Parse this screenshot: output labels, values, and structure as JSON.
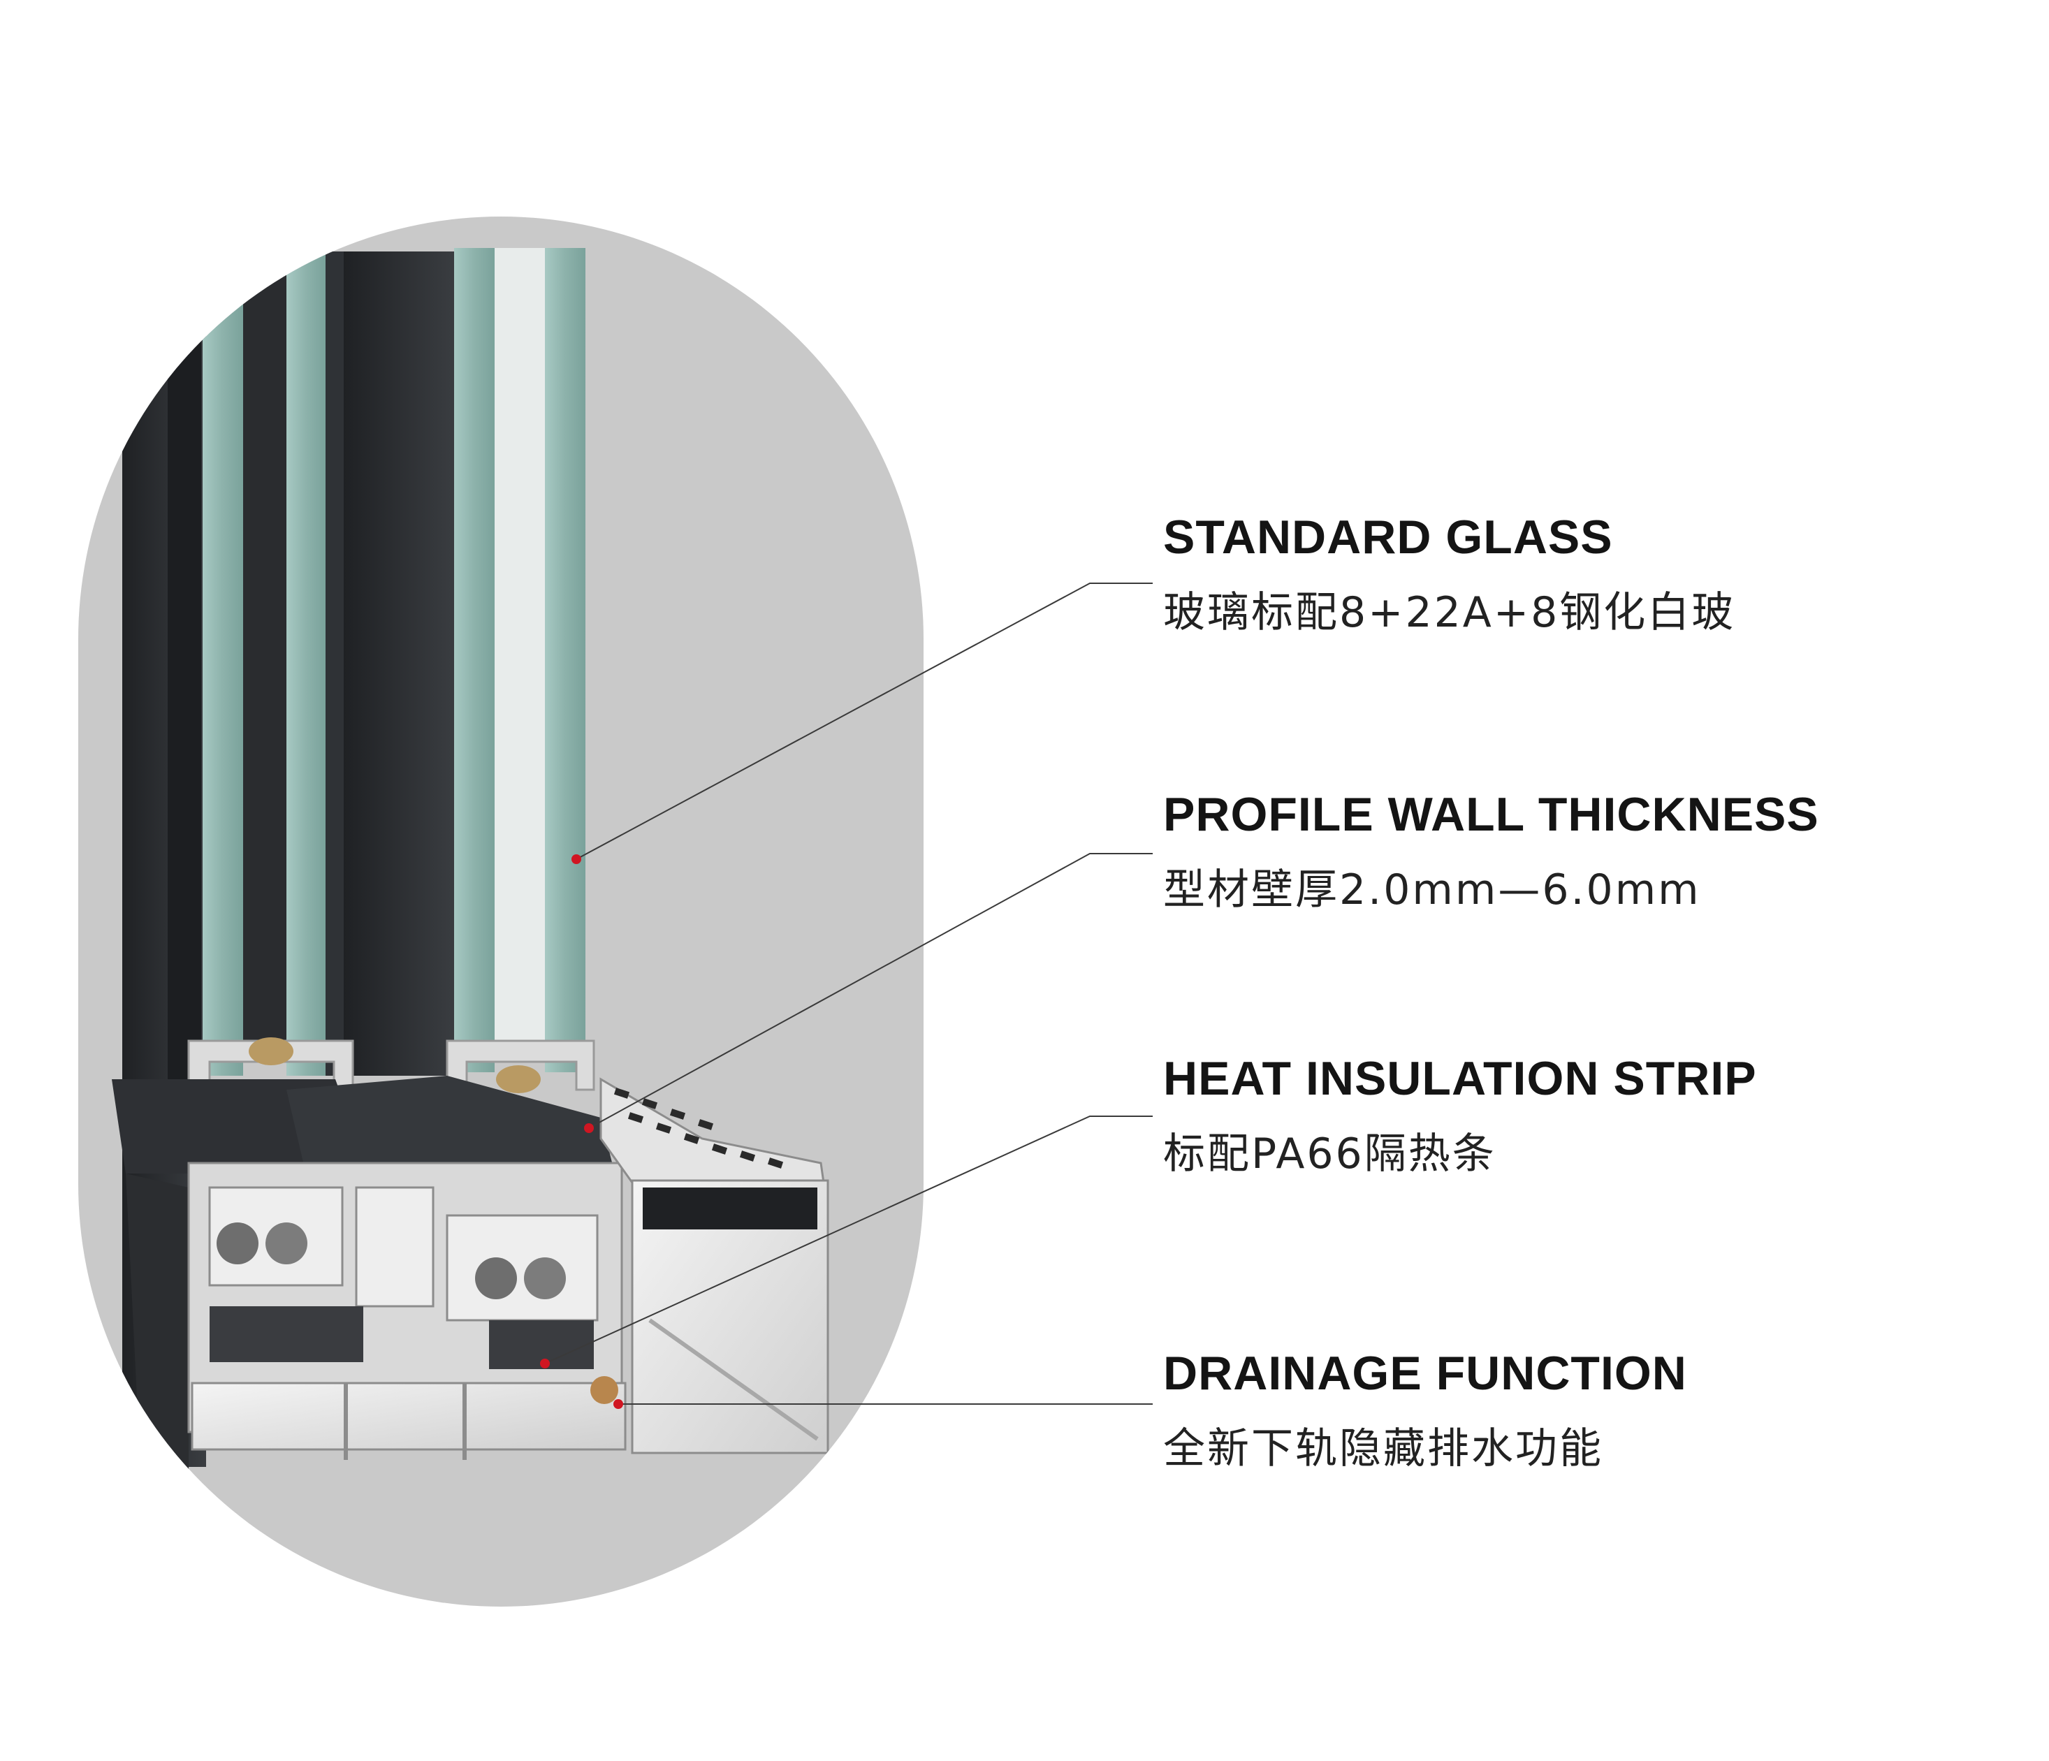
{
  "callouts": [
    {
      "title": "STANDARD GLASS",
      "subtitle": "玻璃标配8+22A+8钢化白玻"
    },
    {
      "title": "PROFILE WALL THICKNESS",
      "subtitle": "型材壁厚2.0mm—6.0mm"
    },
    {
      "title": "HEAT INSULATION STRIP",
      "subtitle": "标配PA66隔热条"
    },
    {
      "title": "DRAINAGE FUNCTION",
      "subtitle": "全新下轨隐藏排水功能"
    }
  ],
  "colors": {
    "background_capsule": "#c9c9c9",
    "profile_dark": "#2b2d30",
    "glass": "#8fb3ad",
    "aluminum": "#e6e6e6",
    "marker": "#d01622",
    "leader": "#3a3a3a"
  }
}
